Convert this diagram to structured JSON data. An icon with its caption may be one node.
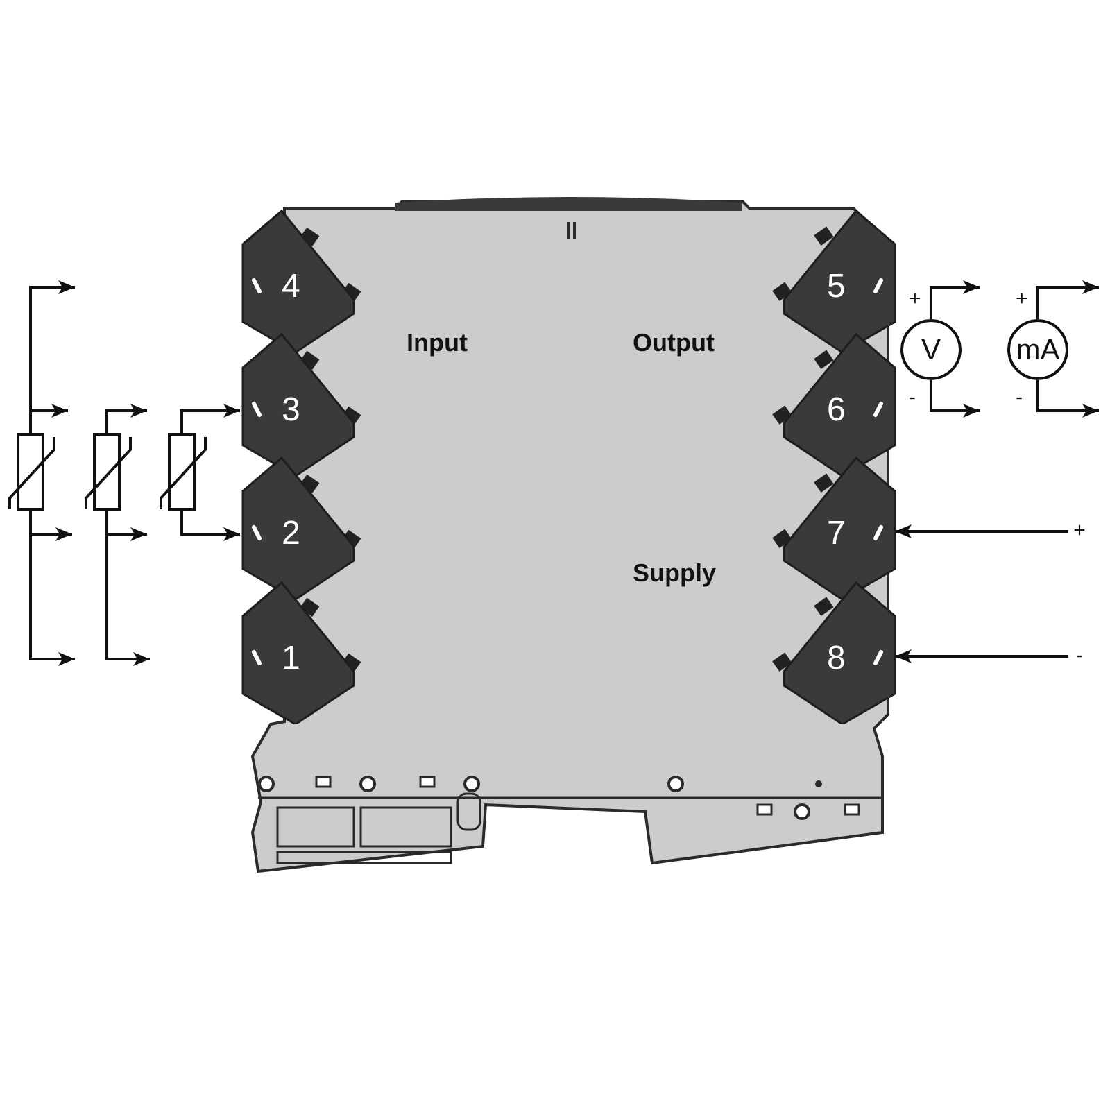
{
  "diagram": {
    "nodes": [
      {
        "text": [
          "4"
        ]
      },
      {
        "text": [
          "3"
        ]
      },
      {
        "text": [
          "2"
        ]
      },
      {
        "text": [
          "1"
        ]
      },
      {
        "text": [
          "5"
        ]
      },
      {
        "text": [
          "6"
        ]
      },
      {
        "text": [
          "7"
        ]
      },
      {
        "text": [
          "8"
        ]
      },
      {
        "text": [],
        "shape": "resistor"
      },
      {
        "text": [],
        "shape": "resistor"
      },
      {
        "text": [],
        "shape": "resistor"
      },
      {
        "text": [
          "V"
        ],
        "beside": [
          "+",
          "-"
        ]
      },
      {
        "text": [
          "mA"
        ],
        "beside": [
          "+",
          "-"
        ]
      },
      {
        "text": [
          "+"
        ]
      },
      {
        "text": [
          "-"
        ]
      }
    ],
    "edges": [
      {
        "from": 8,
        "to": null,
        "arrow": "to"
      },
      {
        "from": 8,
        "to": null,
        "arrow": "to"
      },
      {
        "from": 8,
        "to": null,
        "arrow": "to"
      },
      {
        "from": 8,
        "to": null,
        "arrow": "to"
      },
      {
        "from": 9,
        "to": null,
        "arrow": "to"
      },
      {
        "from": 9,
        "to": null,
        "arrow": "to"
      },
      {
        "from": 9,
        "to": null,
        "arrow": "to"
      },
      {
        "from": 10,
        "to": 1,
        "arrow": "to"
      },
      {
        "from": 10,
        "to": 2,
        "arrow": "to"
      },
      {
        "from": 11,
        "to": null,
        "arrow": "to"
      },
      {
        "from": 11,
        "to": null,
        "arrow": "to"
      },
      {
        "from": 12,
        "to": null,
        "arrow": "to"
      },
      {
        "from": 12,
        "to": null,
        "arrow": "to"
      },
      {
        "from": 13,
        "to": 6,
        "arrow": "to"
      },
      {
        "from": 14,
        "to": 7,
        "arrow": "to"
      }
    ],
    "labels": [
      "Input",
      "Output",
      "Supply"
    ]
  }
}
